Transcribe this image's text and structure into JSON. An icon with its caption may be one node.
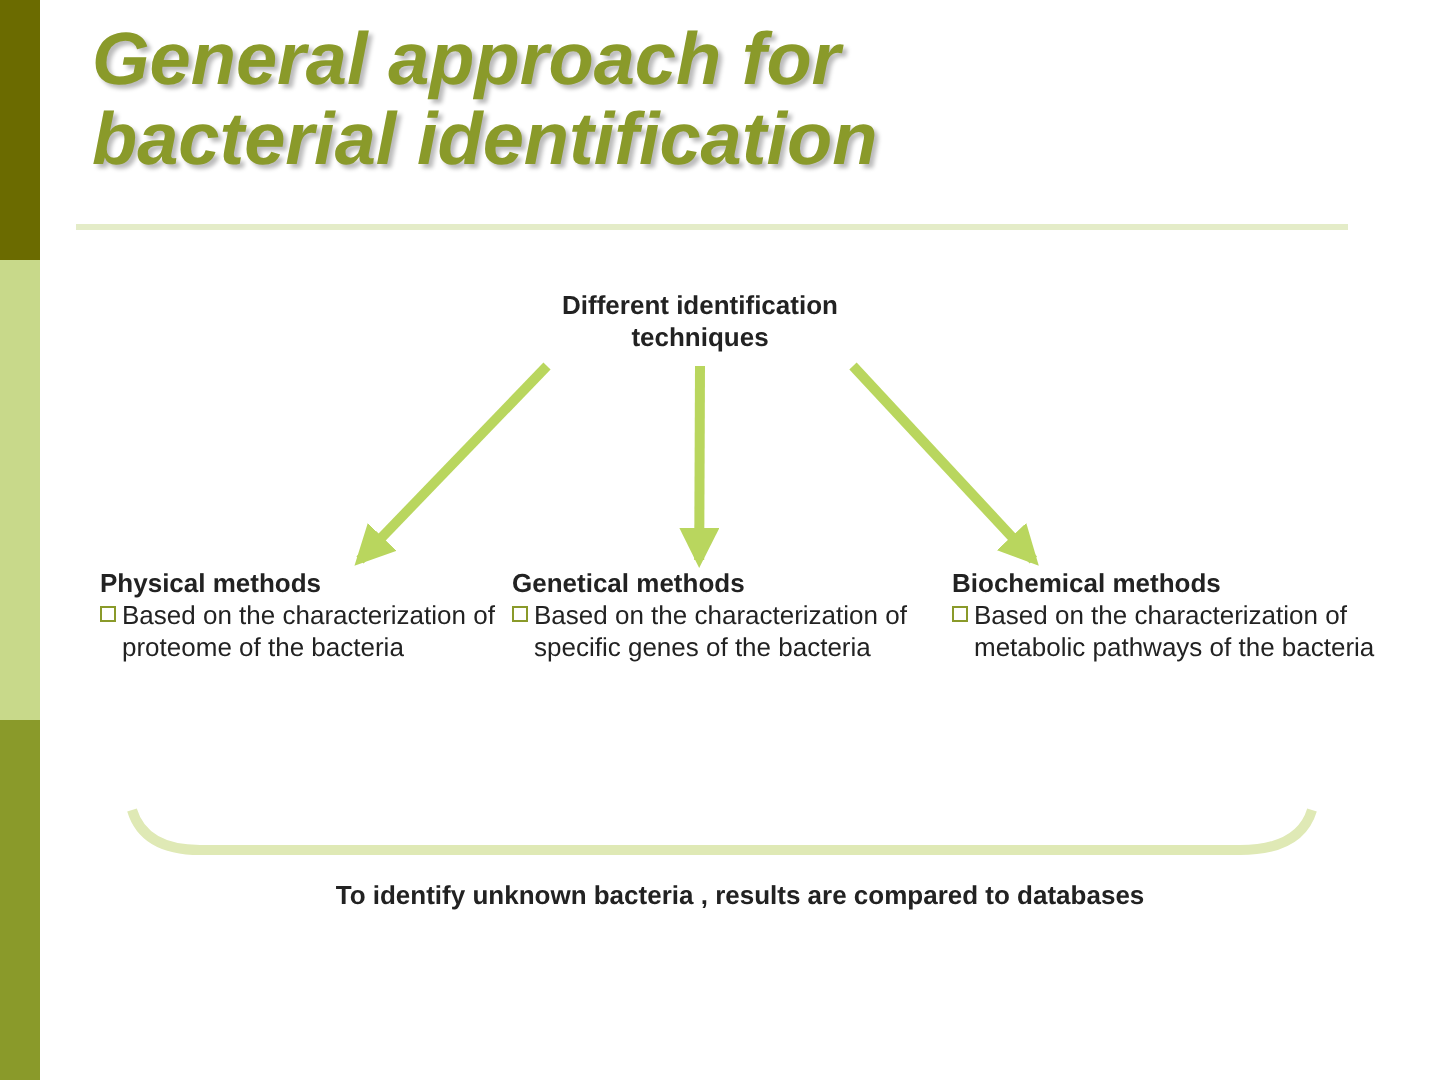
{
  "diagram": {
    "title": "General approach for bacterial identification",
    "nodes": [
      {
        "text": [
          "Different identification techniques"
        ]
      },
      {
        "text": [
          "Physical methods",
          "Based on the characterization of proteome of the bacteria"
        ]
      },
      {
        "text": [
          "Genetical methods",
          "Based on the characterization of specific genes of the bacteria"
        ]
      },
      {
        "text": [
          "Biochemical methods",
          "Based on the characterization of metabolic pathways of the bacteria"
        ]
      }
    ],
    "edges": [
      {
        "from": 0,
        "to": 1,
        "arrow": "to"
      },
      {
        "from": 0,
        "to": 2,
        "arrow": "to"
      },
      {
        "from": 0,
        "to": 3,
        "arrow": "to"
      }
    ],
    "labels": [
      "To identify unknown bacteria , results are compared to databases"
    ]
  }
}
